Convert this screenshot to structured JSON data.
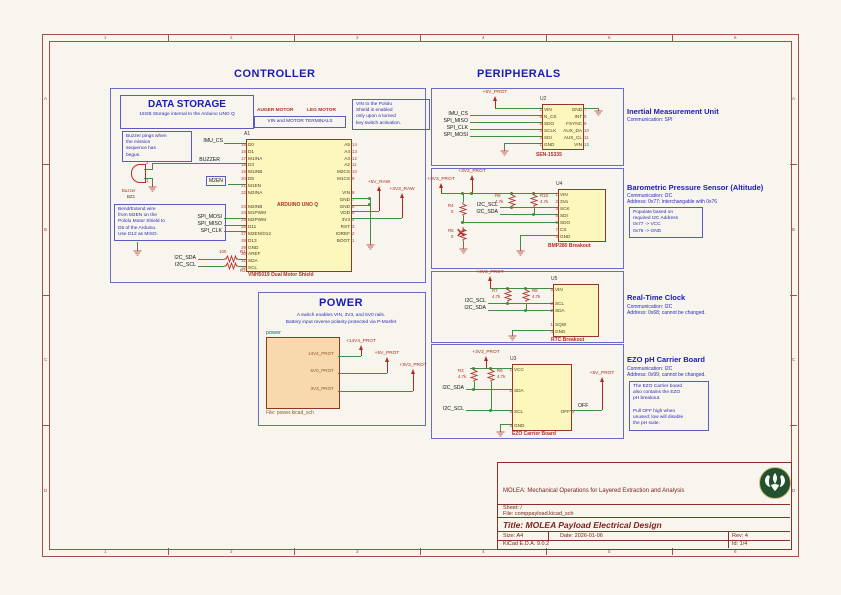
{
  "frame": {
    "cols": [
      "1",
      "2",
      "3",
      "4",
      "5",
      "6"
    ],
    "rows": [
      "A",
      "B",
      "C",
      "D"
    ]
  },
  "controller": {
    "title": "CONTROLLER",
    "data_storage": {
      "title": "DATA STORAGE",
      "subtitle": "16GB Storage internal to the Arduino UNO Q"
    },
    "notes": {
      "buzzer": "Buzzer pings when\nthe mission\nsequence has\nbegun.",
      "bend": "Bend/Extend wire\nfrom M2EN on the\nPololu Motor Shield to\nD5 of the Arduino.\nUse D12 as MISO.",
      "vin": "VIN to the Pololu\nShield is enabled\nonly upon a turned\nkey switch activation."
    },
    "buzzer": {
      "value": "Buzzer",
      "ref": "BZ1",
      "pin_top": "2",
      "pin_bottom": "1"
    },
    "labels": {
      "imu_cs": "IMU_CS",
      "buzzer": "BUZZER",
      "m2en": "M2EN",
      "spi_mosi": "SPI_MOSI",
      "spi_miso": "SPI_MISO",
      "spi_clk": "SPI_CLK",
      "i2c_sda": "I2C_SDA",
      "i2c_scl": "I2C_SCL"
    },
    "r1": {
      "ref": "R1",
      "value": "100"
    },
    "r2": {
      "ref": "R2",
      "value": "100"
    },
    "flags": {
      "v5": "+5V_RAW",
      "v3": "+3V3_RAW"
    },
    "arduino": {
      "ref": "A1",
      "name": "ARDUINO UNO Q",
      "shield": "VNH5019 Dual Motor Shield",
      "auger": "AUGER MOTOR",
      "leg": "LEG MOTOR",
      "terminals": "VIN and MOTOR TERMINALS",
      "left_pins": [
        {
          "num": "15",
          "name": "D0"
        },
        {
          "num": "16",
          "name": "D1"
        },
        {
          "num": "17",
          "name": "M1INA"
        },
        {
          "num": "18",
          "name": "D3"
        },
        {
          "num": "19",
          "name": "M1INB"
        },
        {
          "num": "20",
          "name": "D5"
        },
        {
          "num": "21",
          "name": "M1EN"
        },
        {
          "num": "22",
          "name": "M2INA"
        },
        {
          "num": "",
          "name": ""
        },
        {
          "num": "23",
          "name": "M2INB"
        },
        {
          "num": "24",
          "name": "M1PWM"
        },
        {
          "num": "25",
          "name": "M2PWM"
        },
        {
          "num": "26",
          "name": "D11"
        },
        {
          "num": "27",
          "name": "M2EN/D12"
        },
        {
          "num": "28",
          "name": "D13"
        },
        {
          "num": "29",
          "name": "GND"
        },
        {
          "num": "30",
          "name": "AREF"
        },
        {
          "num": "31",
          "name": "SDA"
        },
        {
          "num": "32",
          "name": "SCL"
        }
      ],
      "right_pins": [
        {
          "num": "14",
          "name": "A5"
        },
        {
          "num": "13",
          "name": "A4"
        },
        {
          "num": "12",
          "name": "A3"
        },
        {
          "num": "11",
          "name": "A2"
        },
        {
          "num": "10",
          "name": "M2CS"
        },
        {
          "num": "9",
          "name": "M1CS"
        },
        {
          "num": "",
          "name": ""
        },
        {
          "num": "8",
          "name": "VIN"
        },
        {
          "num": "7",
          "name": "GND"
        },
        {
          "num": "6",
          "name": "GND"
        },
        {
          "num": "5",
          "name": "VDD"
        },
        {
          "num": "4",
          "name": "3V3"
        },
        {
          "num": "3",
          "name": "RST"
        },
        {
          "num": "2",
          "name": "IOREF"
        },
        {
          "num": "1",
          "name": "BOOT"
        }
      ]
    }
  },
  "peripherals": {
    "title": "PERIPHERALS",
    "imu": {
      "flag": "+5V_PROT",
      "ref": "U2",
      "value": "SEN-15335",
      "labels": [
        "IMU_CS",
        "SPI_MISO",
        "SPI_CLK",
        "SPI_MOSI"
      ],
      "left_pins": [
        {
          "num": "2",
          "name": "VIN"
        },
        {
          "num": "6",
          "name": "N_CS"
        },
        {
          "num": "5",
          "name": "SDO"
        },
        {
          "num": "4",
          "name": "SCLK"
        },
        {
          "num": "3",
          "name": "SDI"
        },
        {
          "num": "1",
          "name": "GND"
        }
      ],
      "right_pins": [
        {
          "num": "7",
          "name": "GND"
        },
        {
          "num": "8",
          "name": "INT"
        },
        {
          "num": "9",
          "name": "FSYNC"
        },
        {
          "num": "10",
          "name": "AUX_DA"
        },
        {
          "num": "11",
          "name": "AUX_CL"
        },
        {
          "num": "12",
          "name": "VIN"
        }
      ],
      "ann_title": "Inertial Measurement Unit",
      "ann_line1": "Communication: SPI"
    },
    "baro": {
      "flag_top": "+3V3_PROT",
      "flag_left": "+3V3_PROT",
      "ref": "U4",
      "value": "BMP280 Breakout",
      "labels": [
        "I2C_SCL",
        "I2C_SDA"
      ],
      "r9": {
        "ref": "R9",
        "value": "4.7k"
      },
      "r10": {
        "ref": "R10",
        "value": "4.7k"
      },
      "r4": {
        "ref": "R4",
        "value": "0"
      },
      "r5": {
        "ref": "R5",
        "value": "0"
      },
      "left_pins": [
        {
          "num": "1",
          "name": "VIN"
        },
        {
          "num": "2",
          "name": "3Vo"
        },
        {
          "num": "4",
          "name": "SCK"
        },
        {
          "num": "6",
          "name": "SDI"
        },
        {
          "num": "5",
          "name": "SDO"
        },
        {
          "num": "7",
          "name": "CS"
        },
        {
          "num": "3",
          "name": "GND"
        }
      ],
      "ann_title": "Barometric Pressure Sensor (Altitude)",
      "ann_line1": "Communication: I2C",
      "ann_line2": "Address: 0x77; interchangable with 0x76",
      "note": "Populate based on\nrequired I2C Address\n0x77 -> VCC\n0x76 -> GND"
    },
    "rtc": {
      "flag": "+3V3_PROT",
      "ref": "U5",
      "value": "RTC Breakout",
      "labels": [
        "I2C_SCL",
        "I2C_SDA"
      ],
      "r7": {
        "ref": "R7",
        "value": "4.7k"
      },
      "r8": {
        "ref": "R8",
        "value": "4.7k"
      },
      "left_pins": [
        {
          "num": "5",
          "name": "VIN"
        },
        {
          "num": "",
          "name": ""
        },
        {
          "num": "3",
          "name": "SCL"
        },
        {
          "num": "2",
          "name": "SDA"
        },
        {
          "num": "",
          "name": ""
        },
        {
          "num": "1",
          "name": "SQW"
        },
        {
          "num": "4",
          "name": "GND"
        }
      ],
      "ann_title": "Real-Time Clock",
      "ann_line1": "Communication: I2C",
      "ann_line2": "Address: 0x68; cannot be changed."
    },
    "ezo": {
      "flag": "+3V3_PROT",
      "flag_off": "+5V_PROT",
      "off_label": "OFF",
      "ref": "U3",
      "value": "EZO Carrier Board",
      "labels": [
        "I2C_SDA",
        "I2C_SCL"
      ],
      "r3": {
        "ref": "R3",
        "value": "4.7k"
      },
      "r6": {
        "ref": "R6",
        "value": "4.7k"
      },
      "left_pins": [
        {
          "num": "1",
          "name": "VCC"
        },
        {
          "num": "",
          "name": ""
        },
        {
          "num": "",
          "name": ""
        },
        {
          "num": "2",
          "name": "SDA"
        },
        {
          "num": "",
          "name": ""
        },
        {
          "num": "",
          "name": ""
        },
        {
          "num": "3",
          "name": "SCL"
        },
        {
          "num": "",
          "name": ""
        },
        {
          "num": "4",
          "name": "GND"
        }
      ],
      "right_pins": [
        {
          "num": "",
          "name": ""
        },
        {
          "num": "",
          "name": ""
        },
        {
          "num": "",
          "name": ""
        },
        {
          "num": "",
          "name": ""
        },
        {
          "num": "",
          "name": ""
        },
        {
          "num": "",
          "name": ""
        },
        {
          "num": "5",
          "name": "OFF"
        }
      ],
      "ann_title": "EZO pH Carrier Board",
      "ann_line1": "Communication: I2C",
      "ann_line2": "Address: 0x99; cannot be changed.",
      "note": "The EZO Carrier board\nalso contains the EZO\npH breakout.\n\nPull OFF high when\nunused; low will disable\nthe pH suite."
    }
  },
  "power": {
    "title": "POWER",
    "subtitle1": "A switch enables VIN, 3V3, and 5V0 rails.",
    "subtitle2": "Battery input reverse polarity protected via P-Mosfet",
    "sheet_name": "power",
    "sheet_file": "File: power.kicad_sch",
    "pins": [
      "14V4_PROT",
      "5V0_PROT",
      "3V3_PROT"
    ],
    "flags": [
      "+14V4_PROT",
      "+5V_PROT",
      "+3V3_PROT"
    ]
  },
  "title_block": {
    "company": "MOLEA: Mechanical Operations for Layered Extraction and Analysis",
    "sheet": "Sheet: /",
    "file": "File: comppayload.kicad_sch",
    "title": "Title: MOLEA Payload Electrical Design",
    "size": "Size: A4",
    "date": "Date: 2026-01-06",
    "rev": "Rev: 4",
    "tool": "KiCad E.D.A. 9.0.2",
    "id": "Id: 1/4"
  }
}
